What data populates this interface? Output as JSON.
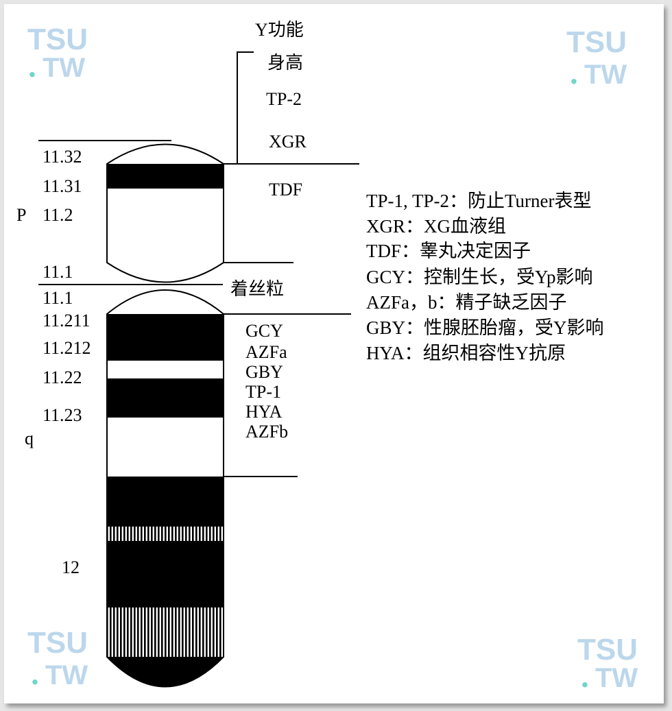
{
  "top_labels": [
    "Y功能",
    "身高",
    "TP-2",
    "XGR",
    "TDF"
  ],
  "arm_labels": {
    "p": "P",
    "q": "q"
  },
  "band_labels": [
    "11.32",
    "11.31",
    "11.2",
    "11.1",
    "11.1",
    "11.211",
    "11.212",
    "11.22",
    "11.23",
    "12"
  ],
  "centromere_label": "着丝粒",
  "q_genes": [
    "GCY",
    "AZFa",
    "GBY",
    "TP-1",
    "HYA",
    "AZFb"
  ],
  "legend": [
    "TP-1, TP-2：防止Turner表型",
    "XGR：XG血液组",
    "TDF：睾丸决定因子",
    "GCY：控制生长，受Yp影响",
    "AZFa，b：精子缺乏因子",
    "GBY：性腺胚胎瘤，受Y影响",
    "HYA：组织相容性Y抗原"
  ],
  "watermark": {
    "line1": "TSU",
    "line2": "TW",
    "dot": "."
  },
  "colors": {
    "band": "#000000",
    "watermark": "#bcd7ec",
    "watermark_dot": "#6fd6c9"
  }
}
